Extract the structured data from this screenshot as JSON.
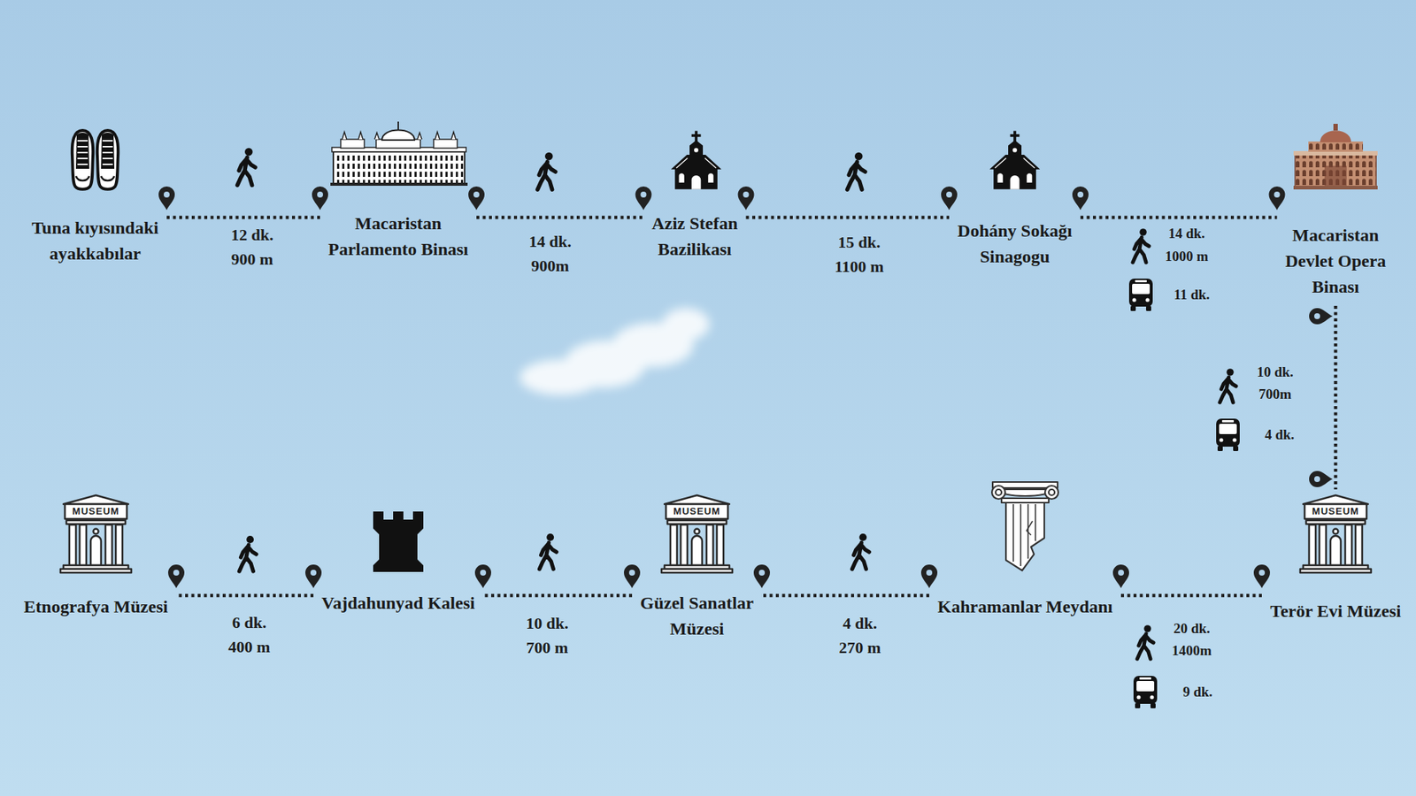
{
  "diagram": {
    "nodes": [
      {
        "text": [
          "Tuna kıyısındaki ayakkabılar"
        ]
      },
      {
        "text": [
          "Macaristan Parlamento Binası"
        ]
      },
      {
        "text": [
          "Aziz Stefan Bazilikası"
        ]
      },
      {
        "text": [
          "Dohány Sokağı Sinagogu"
        ]
      },
      {
        "text": [
          "Macaristan Devlet Opera Binası"
        ]
      },
      {
        "text": [
          "Etnografya Müzesi"
        ]
      },
      {
        "text": [
          "Vajdahunyad Kalesi"
        ]
      },
      {
        "text": [
          "Güzel Sanatlar Müzesi"
        ]
      },
      {
        "text": [
          "Kahramanlar Meydanı"
        ]
      },
      {
        "text": [
          "Terör Evi Müzesi"
        ]
      }
    ],
    "edges": [
      {
        "from": 0,
        "to": 1,
        "label": "12 dk. 900 m",
        "arrow": "none"
      },
      {
        "from": 1,
        "to": 2,
        "label": "14 dk. 900m",
        "arrow": "none"
      },
      {
        "from": 2,
        "to": 3,
        "label": "15 dk. 1100 m",
        "arrow": "none"
      },
      {
        "from": 3,
        "to": 4,
        "label": "14 dk. 1000 m",
        "arrow": "none"
      },
      {
        "from": 4,
        "to": 9,
        "label": "10 dk. 700m",
        "arrow": "none"
      },
      {
        "from": 9,
        "to": 8,
        "label": "20 dk. 1400m",
        "arrow": "none"
      },
      {
        "from": 8,
        "to": 7,
        "label": "4 dk. 270 m",
        "arrow": "none"
      },
      {
        "from": 7,
        "to": 6,
        "label": "10 dk. 700 m",
        "arrow": "none"
      },
      {
        "from": 6,
        "to": 5,
        "label": "6 dk. 400 m",
        "arrow": "none"
      }
    ],
    "labels": [
      "11 dk.",
      "4 dk.",
      "MUSEUM",
      "MUSEUM",
      "MUSEUM",
      "9 dk."
    ]
  }
}
